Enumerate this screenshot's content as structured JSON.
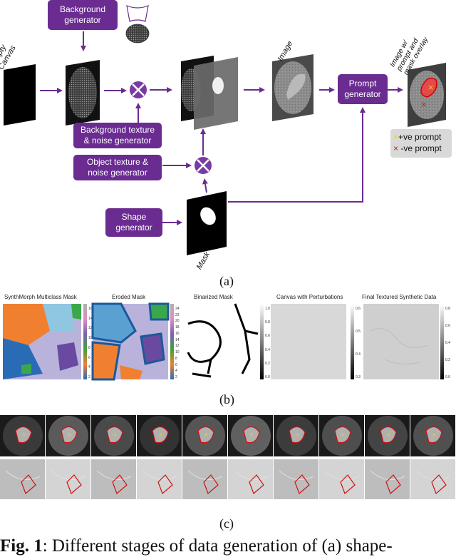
{
  "panel_a": {
    "boxes": {
      "background_generator": "Background\ngenerator",
      "background_texture": "Background texture\n& noise generator",
      "object_texture": "Object texture &\nnoise generator",
      "shape_generator": "Shape\ngenerator",
      "prompt_generator": "Prompt\ngenerator"
    },
    "labels": {
      "empty_canvas": "Empty\nCanvas",
      "image": "Image",
      "mask": "Mask",
      "overlay": "Image w/\nprompt and\nmask overlay"
    },
    "legend": {
      "positive": "+ve prompt",
      "negative": "-ve prompt",
      "positive_marker": "×",
      "negative_marker": "×",
      "positive_color": "#e8d800",
      "negative_color": "#d11a1a"
    },
    "caption_label": "(a)"
  },
  "panel_b": {
    "titles": [
      "SynthMorph Multiclass Mask",
      "Eroded Mask",
      "Binarized Mask",
      "Canvas with Perturbations",
      "Final Textured Synthetic Data"
    ],
    "colorbars": [
      {
        "ticks": [
          "16",
          "14",
          "12",
          "10",
          "8",
          "6",
          "4",
          "2"
        ]
      },
      {
        "ticks": [
          "24",
          "22",
          "20",
          "18",
          "16",
          "14",
          "12",
          "10",
          "8",
          "6",
          "4",
          "2"
        ]
      },
      {
        "ticks": [
          "1.0",
          "0.8",
          "0.6",
          "0.4",
          "0.2",
          "0.0"
        ]
      },
      {
        "ticks": [
          "0.6",
          "0.5",
          "0.4",
          "0.3"
        ]
      },
      {
        "ticks": [
          "0.8",
          "0.6",
          "0.4",
          "0.2",
          "0.0"
        ]
      }
    ],
    "caption_label": "(b)"
  },
  "panel_c": {
    "caption_label": "(c)"
  },
  "caption": {
    "label": "Fig. 1",
    "text": ":  Different stages of data generation of (a) shape-"
  }
}
